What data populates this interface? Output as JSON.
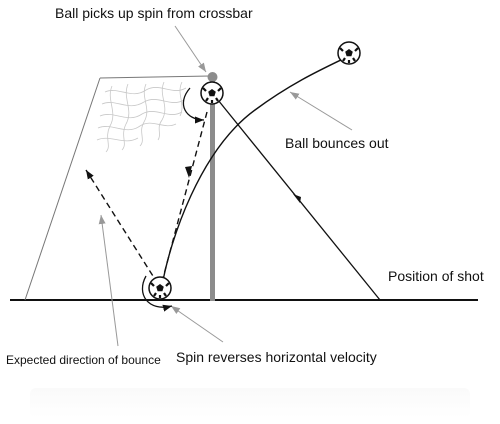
{
  "labels": {
    "crossbar_spin": "Ball picks up spin from crossbar",
    "bounces_out": "Ball bounces out",
    "position_of_shot": "Position of shot",
    "expected_direction": "Expected direction of bounce",
    "spin_reverses": "Spin reverses horizontal velocity"
  },
  "icons": {
    "ball": "soccer-ball-icon",
    "arrowhead": "arrowhead-icon"
  },
  "colors": {
    "line": "#111111",
    "net": "#c8c8c8",
    "post": "#8c8c8c",
    "leader": "#999999",
    "background": "#ffffff"
  }
}
